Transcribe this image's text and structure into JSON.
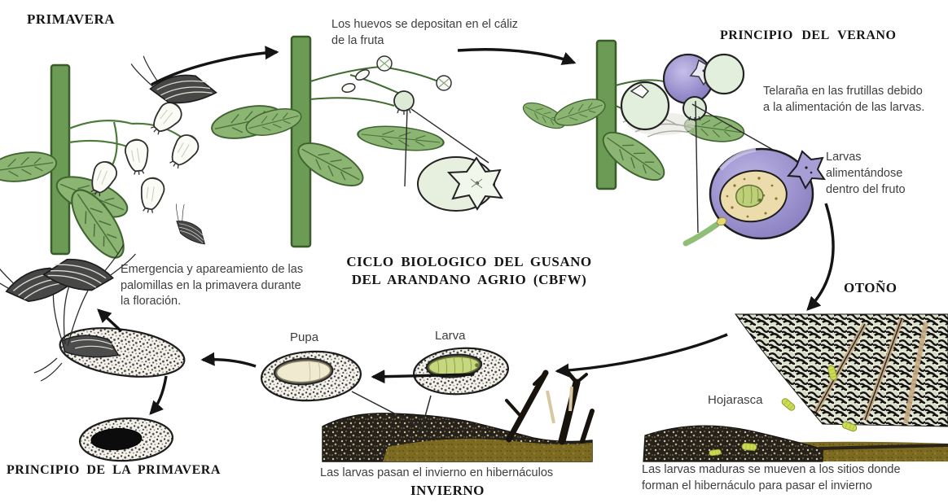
{
  "diagram": {
    "title_lines": [
      "CICLO BIOLOGICO DEL GUSANO",
      "DEL ARANDANO AGRIO (CBFW)"
    ]
  },
  "stages": {
    "primavera": "PRIMAVERA",
    "principio_del_verano": "PRINCIPIO DEL VERANO",
    "otono": "OTOÑO",
    "invierno": "INVIERNO",
    "principio_de_la_primavera": "PRINCIPIO DE LA PRIMAVERA"
  },
  "annotations": {
    "huevos_lines": [
      "Los huevos se depositan en el cáliz",
      "de la fruta"
    ],
    "telarana_lines": [
      "Telaraña en las frutillas debido",
      "a la alimentación de las larvas."
    ],
    "larvas_fruto_lines": [
      "Larvas",
      "alimentándose",
      "dentro del fruto"
    ],
    "emergencia_lines": [
      "Emergencia y apareamiento de las",
      "palomillas en la primavera durante",
      "la floración."
    ],
    "pupa_label": "Pupa",
    "larva_label": "Larva",
    "hojarasca_label": "Hojarasca",
    "invierno_caption": "Las larvas pasan el invierno en hibernáculos",
    "maduras_lines": [
      "Las larvas maduras se mueven a los sitios donde",
      "forman el hibernáculo para pasar el invierno"
    ]
  },
  "palette": {
    "stem_green": "#6b9b54",
    "leaf_green": "#8cb573",
    "berry_purple": "#9a90cd",
    "pale_fruit": "#e2efdc",
    "larva_green": "#c7d77e",
    "pupa_cream": "#f0ead0",
    "soil_dark": "#262119",
    "grass_olive": "#7d6b22",
    "heading_black": "#151515",
    "label_gray": "#3e3e3e",
    "arrow_black": "#141414"
  }
}
